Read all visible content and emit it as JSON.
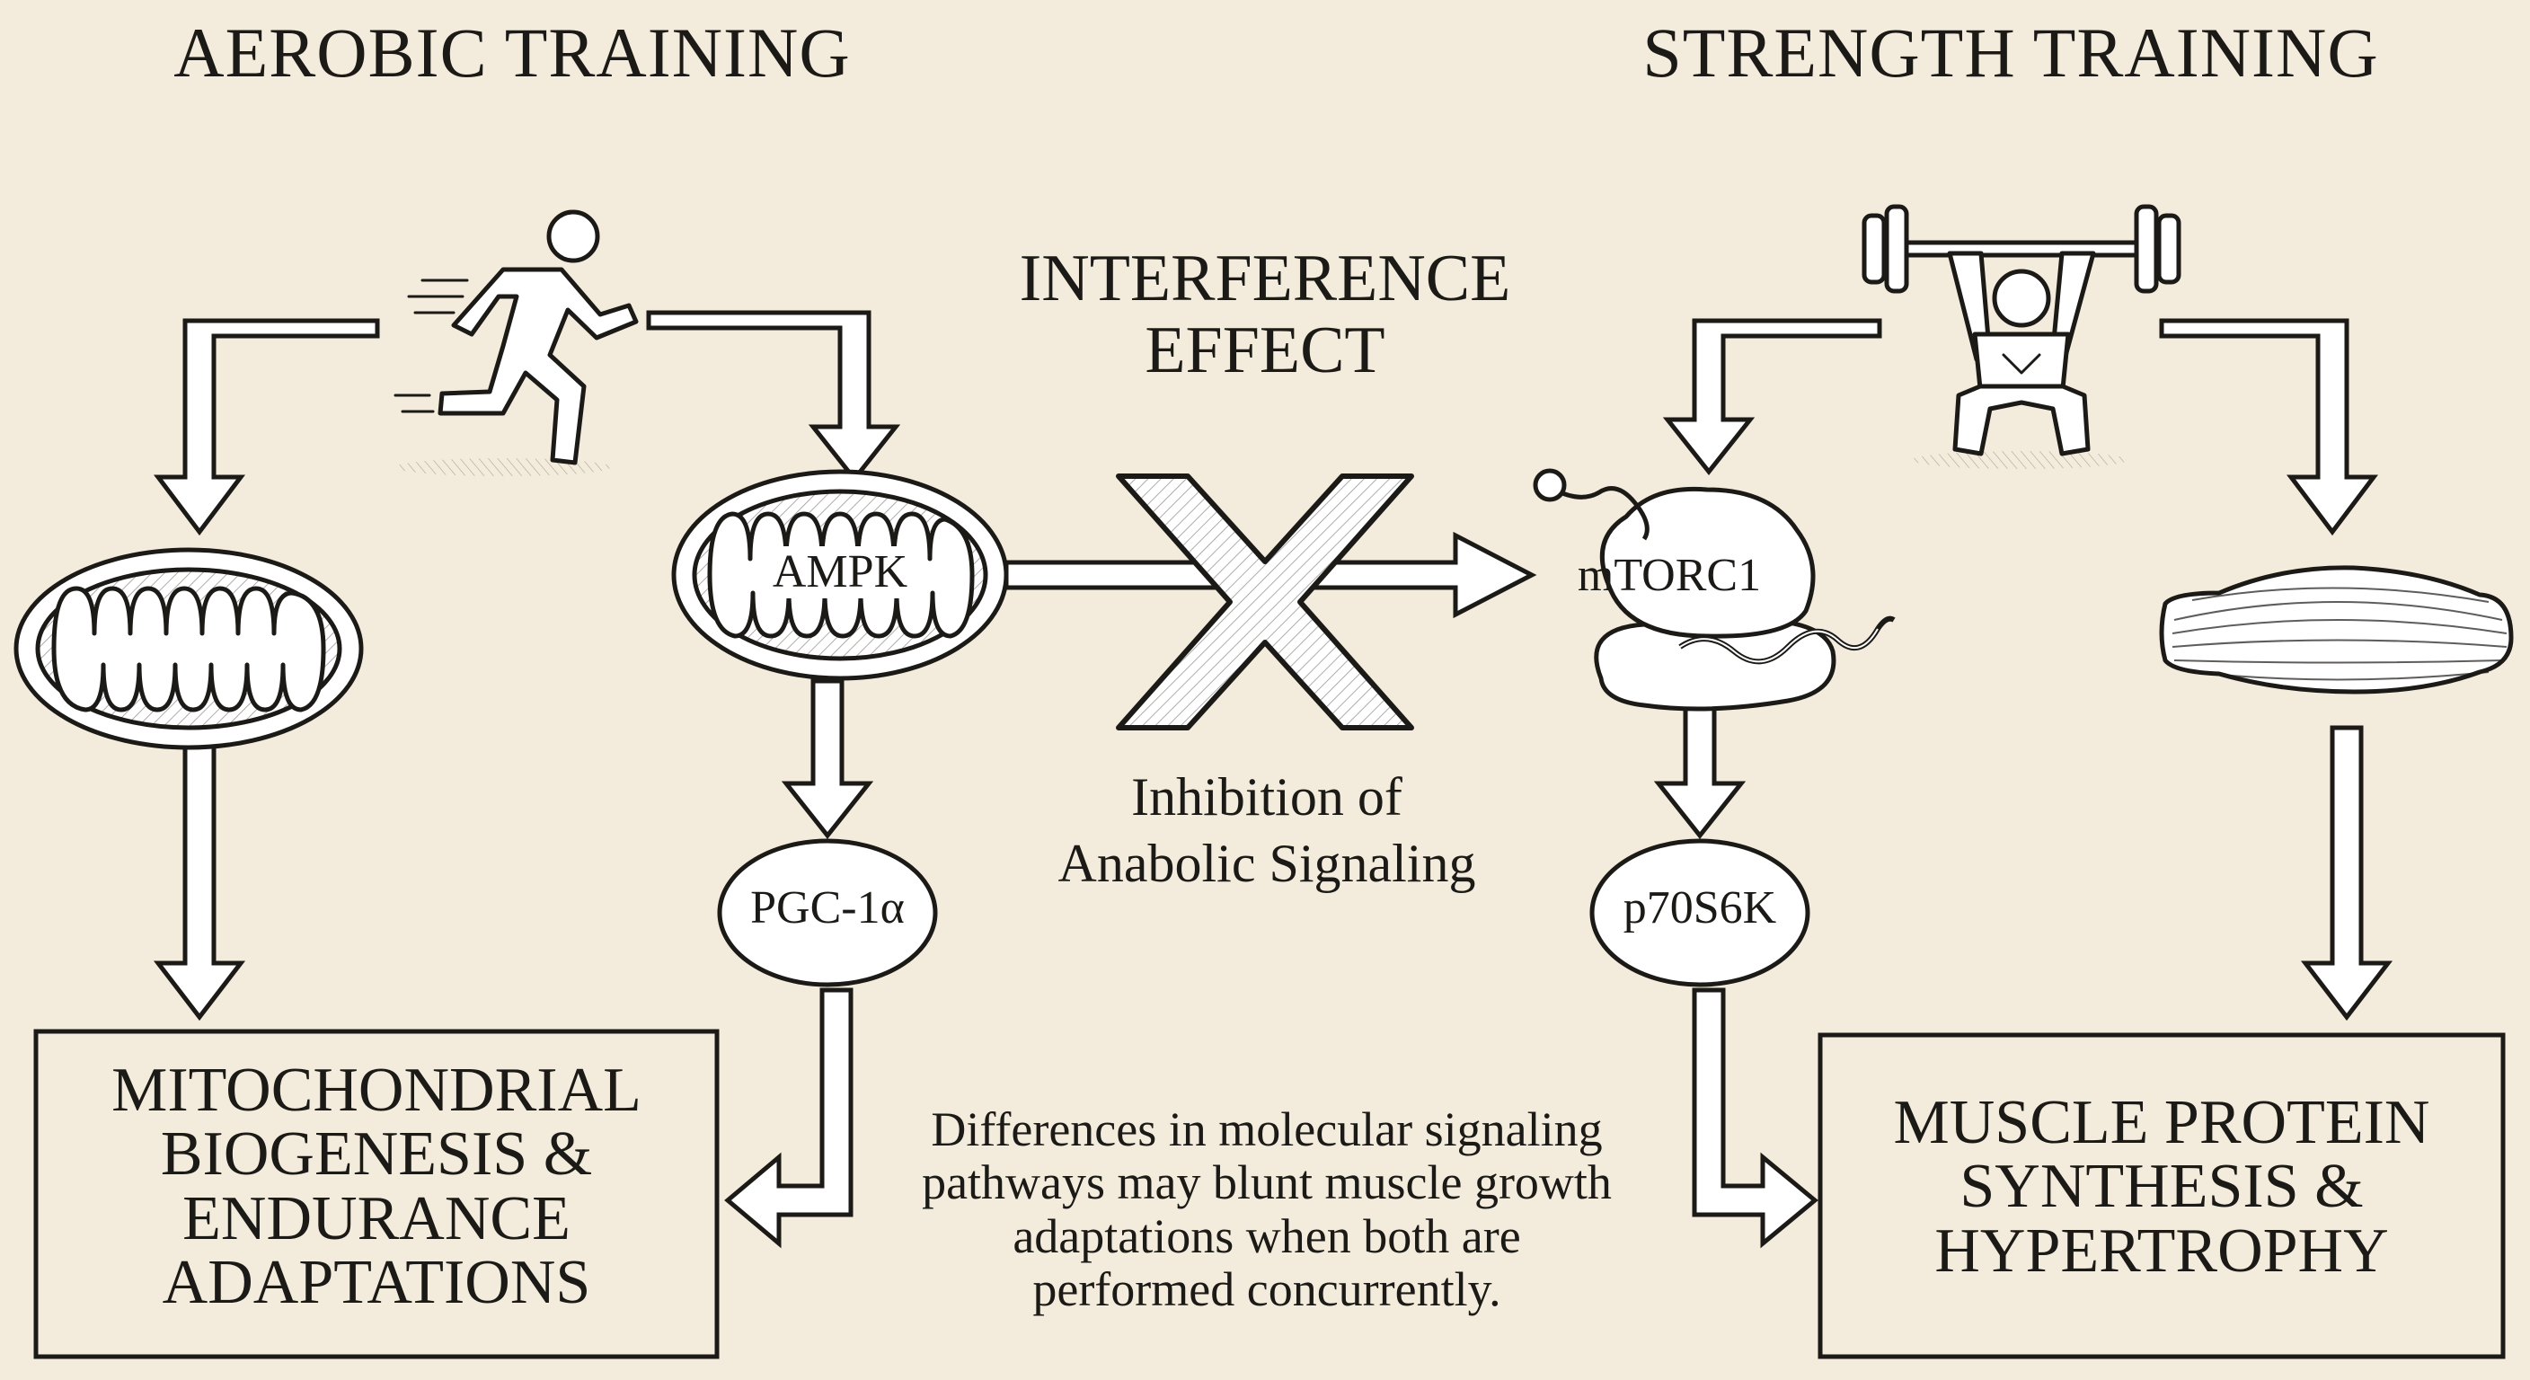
{
  "sections": {
    "aerobic_title": "AEROBIC TRAINING",
    "strength_title": "STRENGTH TRAINING"
  },
  "center": {
    "title_line1": "INTERFERENCE",
    "title_line2": "EFFECT",
    "inhibition_line1": "Inhibition of",
    "inhibition_line2": "Anabolic Signaling",
    "note_lines": [
      "Differences in molecular signaling",
      "pathways may blunt muscle growth",
      "adaptations when both are",
      "performed concurrently."
    ]
  },
  "nodes": {
    "ampk": "AMPK",
    "pgc1a": "PGC-1α",
    "mtorc1": "mTORC1",
    "p70s6k": "p70S6K"
  },
  "outcomes": {
    "aerobic_lines": [
      "MITOCHONDRIAL",
      "BIOGENESIS &",
      "ENDURANCE",
      "ADAPTATIONS"
    ],
    "strength_lines": [
      "MUSCLE PROTEIN",
      "SYNTHESIS &",
      "HYPERTROPHY"
    ]
  },
  "icons": {
    "runner": "runner-icon",
    "weightlifter": "weightlifter-icon",
    "mitochondrion": "mitochondrion-icon",
    "muscle": "muscle-fiber-icon",
    "blocker": "x-block-icon"
  },
  "colors": {
    "background": "#f3ecdc",
    "ink": "#1c1a17",
    "arrow_fill": "#ffffff"
  }
}
